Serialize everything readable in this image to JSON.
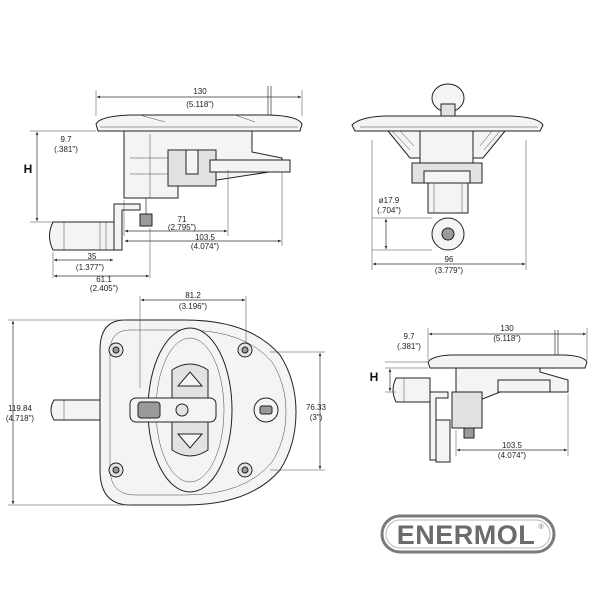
{
  "top_left": {
    "w_mm": "130",
    "w_in": "(5.118\")",
    "flange_mm": "9.7",
    "flange_in": "(.381\")",
    "h_label": "H",
    "d71_mm": "71",
    "d71_in": "(2.795\")",
    "d1035_mm": "103.5",
    "d1035_in": "(4.074\")",
    "d35_mm": "35",
    "d35_in": "(1.377\")",
    "d611_mm": "61.1",
    "d611_in": "(2.405\")"
  },
  "top_right": {
    "dia_mm": "ø17.9",
    "dia_in": "(.704\")",
    "w96_mm": "96",
    "w96_in": "(3.779\")"
  },
  "front": {
    "d812_mm": "81.2",
    "d812_in": "(3.196\")",
    "h11984_mm": "119.84",
    "h11984_in": "(4.718\")",
    "h7633_mm": "76.33",
    "h7633_in": "(3\")"
  },
  "bottom_right": {
    "w_mm": "130",
    "w_in": "(5.118\")",
    "flange_mm": "9.7",
    "flange_in": "(.381\")",
    "h_label": "H",
    "d1035_mm": "103.5",
    "d1035_in": "(4.074\")"
  },
  "brand": {
    "name": "ENERMOL",
    "mark": "®"
  }
}
